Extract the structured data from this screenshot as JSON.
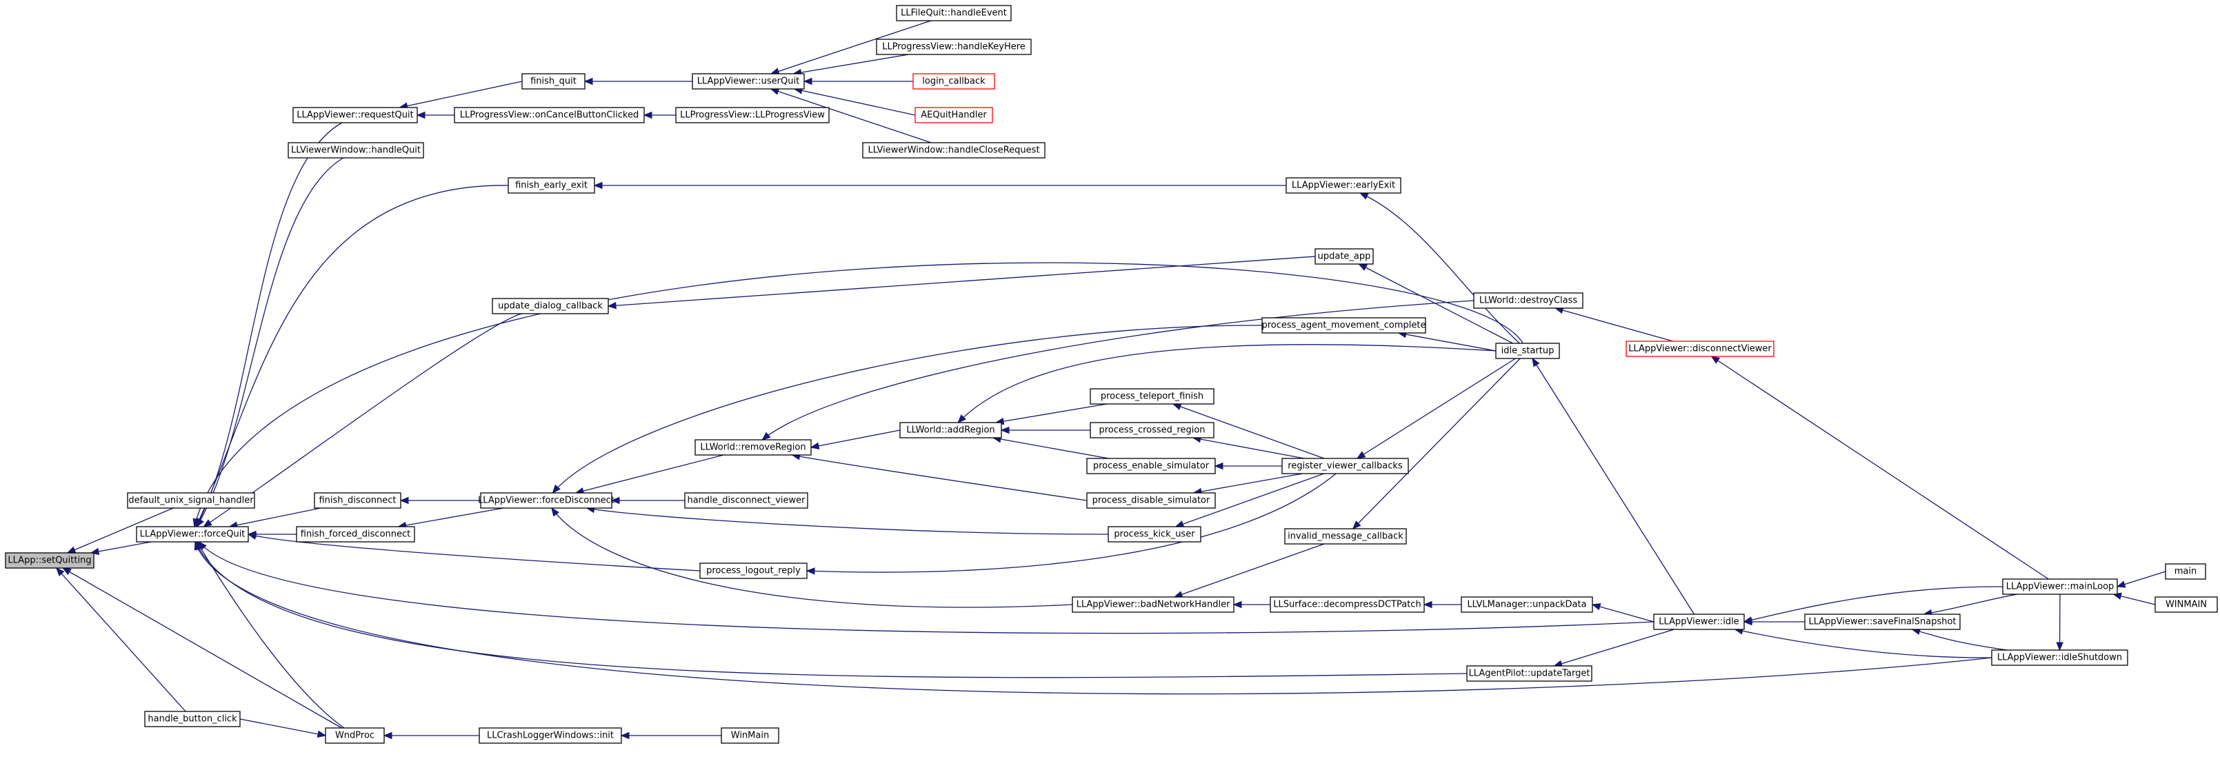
{
  "graph": {
    "colors": {
      "edge": "#191970",
      "node_border": "#000000",
      "node_border_incomplete": "#ff0000",
      "root_fill": "#bfbfbf"
    },
    "nodes": [
      {
        "id": "setQuitting",
        "label": "LLApp::setQuitting",
        "root": true
      },
      {
        "id": "defaultUnix",
        "label": "default_unix_signal_handler"
      },
      {
        "id": "forceQuit",
        "label": "LLAppViewer::forceQuit"
      },
      {
        "id": "handleButton",
        "label": "handle_button_click"
      },
      {
        "id": "wndProc",
        "label": "WndProc"
      },
      {
        "id": "requestQuit",
        "label": "LLAppViewer::requestQuit"
      },
      {
        "id": "handleQuit",
        "label": "LLViewerWindow::handleQuit"
      },
      {
        "id": "finishQuit",
        "label": "finish_quit"
      },
      {
        "id": "finishEarlyExit",
        "label": "finish_early_exit"
      },
      {
        "id": "updateDialog",
        "label": "update_dialog_callback"
      },
      {
        "id": "finishDisconnect",
        "label": "finish_disconnect"
      },
      {
        "id": "finishForced",
        "label": "finish_forced_disconnect"
      },
      {
        "id": "crashLogger",
        "label": "LLCrashLoggerWindows::init"
      },
      {
        "id": "winMain",
        "label": "WinMain"
      },
      {
        "id": "onCancel",
        "label": "LLProgressView::onCancelButtonClicked"
      },
      {
        "id": "progressView",
        "label": "LLProgressView::LLProgressView"
      },
      {
        "id": "userQuit",
        "label": "LLAppViewer::userQuit"
      },
      {
        "id": "fileQuit",
        "label": "LLFileQuit::handleEvent"
      },
      {
        "id": "handleKeyHere",
        "label": "LLProgressView::handleKeyHere"
      },
      {
        "id": "loginCallback",
        "label": "login_callback",
        "incomplete": true
      },
      {
        "id": "aeQuit",
        "label": "AEQuitHandler",
        "incomplete": true
      },
      {
        "id": "closeRequest",
        "label": "LLViewerWindow::handleCloseRequest"
      },
      {
        "id": "earlyExit",
        "label": "LLAppViewer::earlyExit"
      },
      {
        "id": "updateApp",
        "label": "update_app"
      },
      {
        "id": "destroyClass",
        "label": "LLWorld::destroyClass"
      },
      {
        "id": "disconnectViewer",
        "label": "LLAppViewer::disconnectViewer",
        "incomplete": true
      },
      {
        "id": "agentMovement",
        "label": "process_agent_movement_complete"
      },
      {
        "id": "idleStartup",
        "label": "idle_startup"
      },
      {
        "id": "forceDisconnect",
        "label": "LLAppViewer::forceDisconnect"
      },
      {
        "id": "handleDisconnect",
        "label": "handle_disconnect_viewer"
      },
      {
        "id": "removeRegion",
        "label": "LLWorld::removeRegion"
      },
      {
        "id": "addRegion",
        "label": "LLWorld::addRegion"
      },
      {
        "id": "teleportFinish",
        "label": "process_teleport_finish"
      },
      {
        "id": "crossedRegion",
        "label": "process_crossed_region"
      },
      {
        "id": "enableSim",
        "label": "process_enable_simulator"
      },
      {
        "id": "disableSim",
        "label": "process_disable_simulator"
      },
      {
        "id": "registerCallbacks",
        "label": "register_viewer_callbacks"
      },
      {
        "id": "kickUser",
        "label": "process_kick_user"
      },
      {
        "id": "logoutReply",
        "label": "process_logout_reply"
      },
      {
        "id": "invalidMsg",
        "label": "invalid_message_callback"
      },
      {
        "id": "badNetwork",
        "label": "LLAppViewer::badNetworkHandler"
      },
      {
        "id": "decompressDCT",
        "label": "LLSurface::decompressDCTPatch"
      },
      {
        "id": "unpackData",
        "label": "LLVLManager::unpackData"
      },
      {
        "id": "idle",
        "label": "LLAppViewer::idle"
      },
      {
        "id": "updateTarget",
        "label": "LLAgentPilot::updateTarget"
      },
      {
        "id": "mainLoop",
        "label": "LLAppViewer::mainLoop"
      },
      {
        "id": "saveSnapshot",
        "label": "LLAppViewer::saveFinalSnapshot"
      },
      {
        "id": "idleShutdown",
        "label": "LLAppViewer::idleShutdown"
      },
      {
        "id": "main",
        "label": "main"
      },
      {
        "id": "winMainUpper",
        "label": "WINMAIN"
      }
    ],
    "edges": [
      {
        "from": "defaultUnix",
        "to": "setQuitting"
      },
      {
        "from": "forceQuit",
        "to": "setQuitting"
      },
      {
        "from": "handleButton",
        "to": "setQuitting"
      },
      {
        "from": "wndProc",
        "to": "setQuitting"
      },
      {
        "from": "requestQuit",
        "to": "forceQuit"
      },
      {
        "from": "handleQuit",
        "to": "forceQuit"
      },
      {
        "from": "finishEarlyExit",
        "to": "forceQuit"
      },
      {
        "from": "updateDialog",
        "to": "forceQuit"
      },
      {
        "from": "finishDisconnect",
        "to": "forceQuit"
      },
      {
        "from": "finishForced",
        "to": "forceQuit"
      },
      {
        "from": "idleStartup",
        "to": "forceQuit"
      },
      {
        "from": "logoutReply",
        "to": "forceQuit"
      },
      {
        "from": "idle",
        "to": "forceQuit"
      },
      {
        "from": "updateTarget",
        "to": "forceQuit"
      },
      {
        "from": "idleShutdown",
        "to": "forceQuit"
      },
      {
        "from": "wndProc",
        "to": "forceQuit"
      },
      {
        "from": "handleButton",
        "to": "wndProc"
      },
      {
        "from": "crashLogger",
        "to": "wndProc"
      },
      {
        "from": "winMain",
        "to": "crashLogger"
      },
      {
        "from": "finishQuit",
        "to": "requestQuit"
      },
      {
        "from": "onCancel",
        "to": "requestQuit"
      },
      {
        "from": "progressView",
        "to": "onCancel"
      },
      {
        "from": "userQuit",
        "to": "finishQuit"
      },
      {
        "from": "fileQuit",
        "to": "userQuit"
      },
      {
        "from": "handleKeyHere",
        "to": "userQuit"
      },
      {
        "from": "loginCallback",
        "to": "userQuit"
      },
      {
        "from": "aeQuit",
        "to": "userQuit"
      },
      {
        "from": "closeRequest",
        "to": "userQuit"
      },
      {
        "from": "earlyExit",
        "to": "finishEarlyExit"
      },
      {
        "from": "idleStartup",
        "to": "earlyExit"
      },
      {
        "from": "updateApp",
        "to": "updateDialog"
      },
      {
        "from": "idleStartup",
        "to": "updateApp"
      },
      {
        "from": "forceDisconnect",
        "to": "finishDisconnect"
      },
      {
        "from": "forceDisconnect",
        "to": "finishForced"
      },
      {
        "from": "handleDisconnect",
        "to": "forceDisconnect"
      },
      {
        "from": "removeRegion",
        "to": "forceDisconnect"
      },
      {
        "from": "kickUser",
        "to": "forceDisconnect"
      },
      {
        "from": "agentMovement",
        "to": "forceDisconnect"
      },
      {
        "from": "badNetwork",
        "to": "forceDisconnect"
      },
      {
        "from": "destroyClass",
        "to": "removeRegion"
      },
      {
        "from": "addRegion",
        "to": "removeRegion"
      },
      {
        "from": "disableSim",
        "to": "removeRegion"
      },
      {
        "from": "teleportFinish",
        "to": "addRegion"
      },
      {
        "from": "crossedRegion",
        "to": "addRegion"
      },
      {
        "from": "enableSim",
        "to": "addRegion"
      },
      {
        "from": "idleStartup",
        "to": "addRegion"
      },
      {
        "from": "registerCallbacks",
        "to": "teleportFinish"
      },
      {
        "from": "registerCallbacks",
        "to": "crossedRegion"
      },
      {
        "from": "registerCallbacks",
        "to": "enableSim"
      },
      {
        "from": "registerCallbacks",
        "to": "disableSim"
      },
      {
        "from": "registerCallbacks",
        "to": "kickUser"
      },
      {
        "from": "registerCallbacks",
        "to": "logoutReply"
      },
      {
        "from": "idleStartup",
        "to": "registerCallbacks"
      },
      {
        "from": "idleStartup",
        "to": "agentMovement"
      },
      {
        "from": "idleStartup",
        "to": "invalidMsg"
      },
      {
        "from": "invalidMsg",
        "to": "badNetwork"
      },
      {
        "from": "decompressDCT",
        "to": "badNetwork"
      },
      {
        "from": "unpackData",
        "to": "decompressDCT"
      },
      {
        "from": "idle",
        "to": "unpackData"
      },
      {
        "from": "idle",
        "to": "updateTarget"
      },
      {
        "from": "idle",
        "to": "idleStartup"
      },
      {
        "from": "disconnectViewer",
        "to": "destroyClass"
      },
      {
        "from": "mainLoop",
        "to": "disconnectViewer"
      },
      {
        "from": "mainLoop",
        "to": "idle"
      },
      {
        "from": "saveSnapshot",
        "to": "idle"
      },
      {
        "from": "idleShutdown",
        "to": "idle"
      },
      {
        "from": "mainLoop",
        "to": "saveSnapshot"
      },
      {
        "from": "idleShutdown",
        "to": "saveSnapshot"
      },
      {
        "from": "mainLoop",
        "to": "idleShutdown"
      },
      {
        "from": "main",
        "to": "mainLoop"
      },
      {
        "from": "winMainUpper",
        "to": "mainLoop"
      }
    ]
  }
}
